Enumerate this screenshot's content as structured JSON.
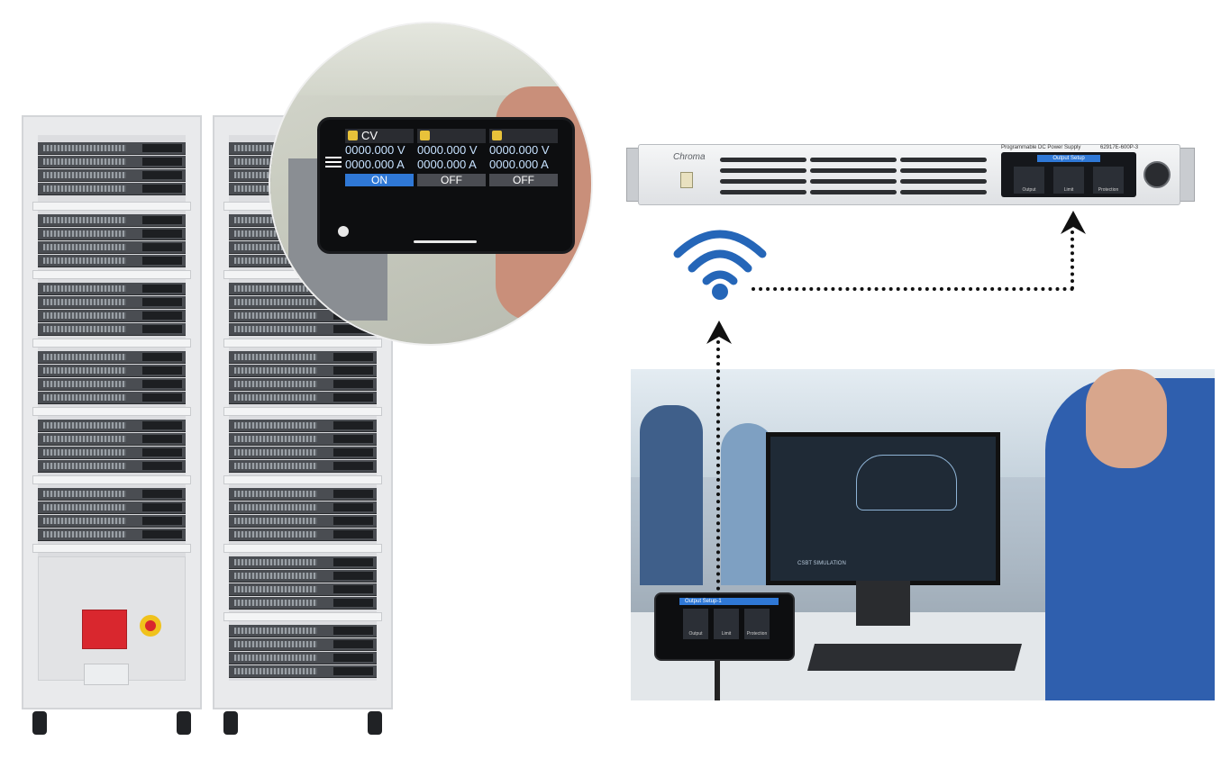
{
  "phone_app": {
    "menu_icon": "hamburger-icon",
    "channels": [
      {
        "mode": "CV",
        "voltage": "0000.000 V",
        "current": "0000.000 A",
        "state": "ON"
      },
      {
        "mode": "",
        "voltage": "0000.000 V",
        "current": "0000.000 A",
        "state": "OFF"
      },
      {
        "mode": "",
        "voltage": "0000.000 V",
        "current": "0000.000 A",
        "state": "OFF"
      }
    ]
  },
  "power_supply": {
    "brand": "Chroma",
    "model_title": "Programmable DC Power Supply",
    "model_number": "62917E-600P-3",
    "screen_header": "Output Setup",
    "screen_tiles": [
      "Output",
      "Limit",
      "Protection"
    ]
  },
  "monitor_phone": {
    "header": "Output Setup-1",
    "tiles": [
      "Output",
      "Limit",
      "Protection"
    ]
  },
  "monitor": {
    "panel_label": "CSBT SIMULATION"
  },
  "icons": {
    "wireless": "wifi-icon",
    "arrow_up_supply": "arrow-up-icon",
    "arrow_up_wifi": "arrow-up-icon"
  },
  "colors": {
    "wifi": "#2566b8",
    "on_button": "#2f78d6",
    "emergency": "#d9272e"
  }
}
